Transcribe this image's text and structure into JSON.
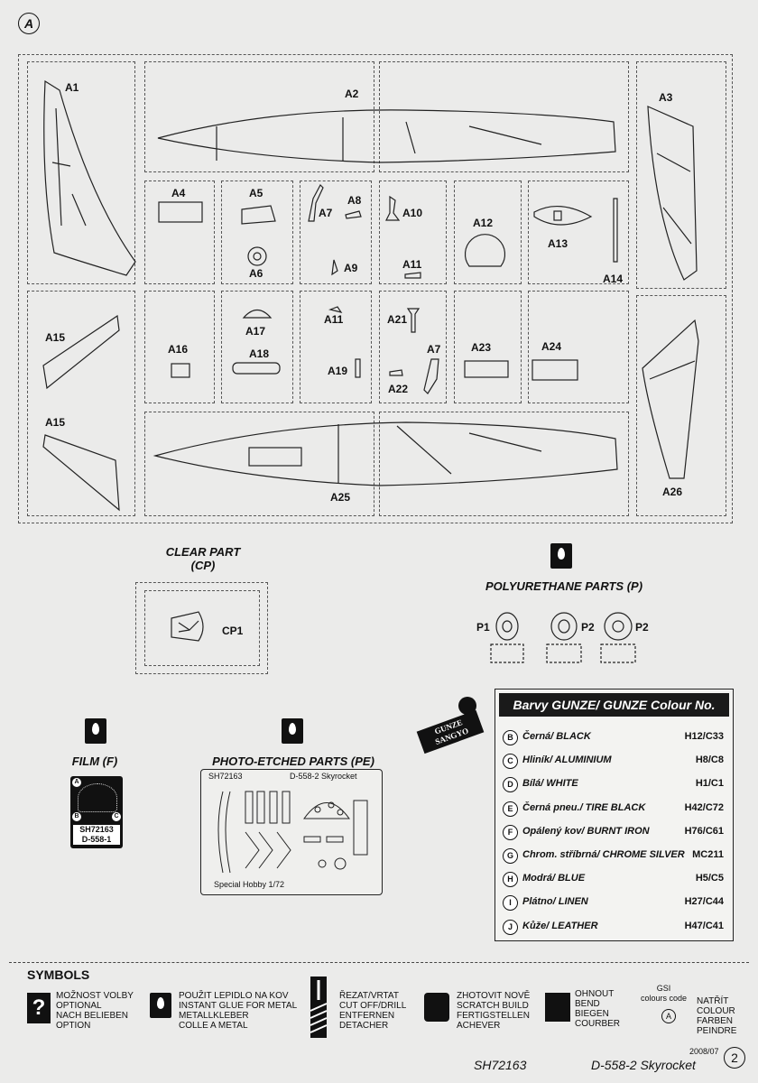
{
  "sheet_letter": "A",
  "sprue_labels": {
    "A1": "A1",
    "A2": "A2",
    "A3": "A3",
    "A4": "A4",
    "A5": "A5",
    "A6": "A6",
    "A7a": "A7",
    "A8": "A8",
    "A9": "A9",
    "A10": "A10",
    "A11a": "A11",
    "A12": "A12",
    "A13": "A13",
    "A14": "A14",
    "A15a": "A15",
    "A15b": "A15",
    "A16": "A16",
    "A17": "A17",
    "A18": "A18",
    "A11b": "A11",
    "A19": "A19",
    "A21": "A21",
    "A7b": "A7",
    "A22": "A22",
    "A23": "A23",
    "A24": "A24",
    "A25": "A25",
    "A26": "A26"
  },
  "clear_part": {
    "title_line1": "CLEAR PART",
    "title_line2": "(CP)",
    "part_label": "CP1"
  },
  "polyurethane": {
    "title": "POLYURETHANE PARTS (P)",
    "p1": "P1",
    "p2a": "P2",
    "p2b": "P2"
  },
  "film": {
    "title": "FILM (F)",
    "code": "SH72163",
    "model": "D-558-1",
    "circle_a": "A",
    "circle_b": "B",
    "circle_c": "C"
  },
  "photo_etched": {
    "title": "PHOTO-ETCHED PARTS (PE)",
    "code": "SH72163",
    "model": "D-558-2 Skyrocket",
    "brand": "Special Hobby 1/72"
  },
  "colours": {
    "header": "Barvy GUNZE/ GUNZE Colour No.",
    "gunze_logo": "GUNZE SANGYO",
    "rows": [
      {
        "letter": "B",
        "name": "Černá/ BLACK",
        "code": "H12/C33"
      },
      {
        "letter": "C",
        "name": "Hliník/ ALUMINIUM",
        "code": "H8/C8"
      },
      {
        "letter": "D",
        "name": "Bílá/ WHITE",
        "code": "H1/C1"
      },
      {
        "letter": "E",
        "name": "Černá pneu./ TIRE BLACK",
        "code": "H42/C72"
      },
      {
        "letter": "F",
        "name": "Opálený kov/ BURNT IRON",
        "code": "H76/C61"
      },
      {
        "letter": "G",
        "name": "Chrom. stříbrná/ CHROME SILVER",
        "code": "MC211"
      },
      {
        "letter": "H",
        "name": "Modrá/ BLUE",
        "code": "H5/C5"
      },
      {
        "letter": "I",
        "name": "Plátno/ LINEN",
        "code": "H27/C44"
      },
      {
        "letter": "J",
        "name": "Kůže/ LEATHER",
        "code": "H47/C41"
      }
    ]
  },
  "symbols": {
    "title": "SYMBOLS",
    "optional": [
      "MOŽNOST VOLBY",
      "OPTIONAL",
      "NACH BELIEBEN",
      "OPTION"
    ],
    "glue": [
      "POUŽIT LEPIDLO NA KOV",
      "INSTANT GLUE FOR METAL",
      "METALLKLEBER",
      "COLLE A METAL"
    ],
    "cut": [
      "ŘEZAT/VRTAT",
      "CUT OFF/DRILL",
      "ENTFERNEN",
      "DETACHER"
    ],
    "scratch": [
      "ZHOTOVIT NOVĚ",
      "SCRATCH BUILD",
      "FERTIGSTELLEN",
      "ACHEVER"
    ],
    "bend": [
      "OHNOUT",
      "BEND",
      "BIEGEN",
      "COURBER"
    ],
    "paint_top": [
      "GSI",
      "colours code"
    ],
    "paint": [
      "NATŘÍT",
      "COLOUR",
      "FARBEN",
      "PEINDRE"
    ],
    "paint_letter": "A"
  },
  "footer": {
    "code": "SH72163",
    "title": "D-558-2 Skyrocket",
    "date": "2008/07",
    "page": "2"
  },
  "colors": {
    "bg": "#ebebea",
    "line": "#333333",
    "ink": "#111111"
  }
}
